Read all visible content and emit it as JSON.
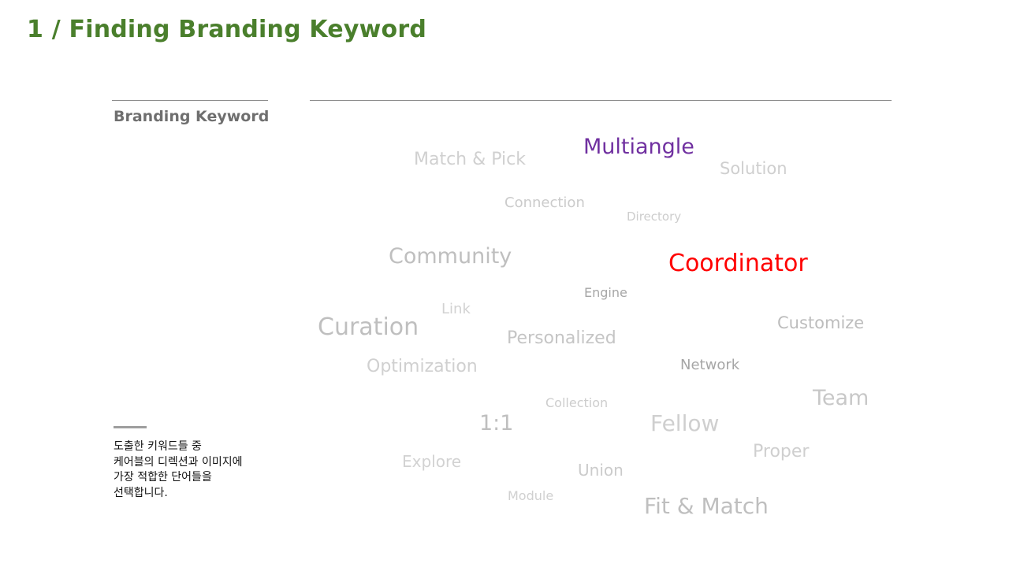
{
  "title": "1 / Finding Branding Keyword",
  "section_label": "Branding Keyword",
  "description": [
    "도출한 키워드들 중",
    "케어블의 디렉션과 이미지에",
    "가장 적합한 단어들을",
    "선택합니다."
  ],
  "colors": {
    "title": "#4a7f2c",
    "highlight_purple": "#7030a0",
    "highlight_red": "#ff0000",
    "keyword_gray": "#c8c8c8"
  },
  "keywords": {
    "multiangle": "Multiangle",
    "match_pick": "Match & Pick",
    "solution": "Solution",
    "connection": "Connection",
    "directory": "Directory",
    "community": "Community",
    "coordinator": "Coordinator",
    "engine": "Engine",
    "link": "Link",
    "curation": "Curation",
    "customize": "Customize",
    "personalized": "Personalized",
    "optimization": "Optimization",
    "network": "Network",
    "team": "Team",
    "collection": "Collection",
    "one_to_one": "1:1",
    "fellow": "Fellow",
    "proper": "Proper",
    "explore": "Explore",
    "union": "Union",
    "module": "Module",
    "fit_match": "Fit & Match"
  }
}
